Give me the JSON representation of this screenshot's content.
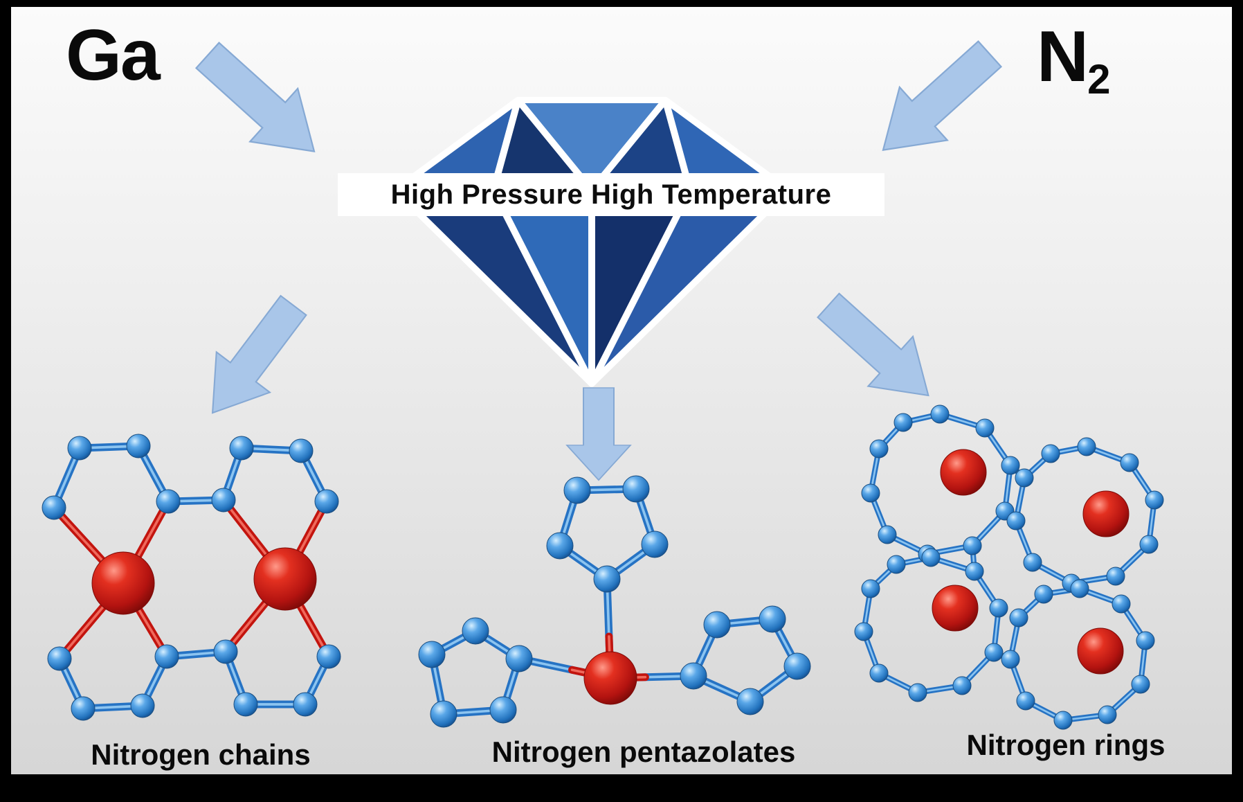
{
  "texts": {
    "reactant_left": "Ga",
    "reactant_right_base": "N",
    "reactant_right_sub": "2",
    "banner": "High Pressure High Temperature",
    "label_chains": "Nitrogen chains",
    "label_pentazolates": "Nitrogen pentazolates",
    "label_rings": "Nitrogen rings"
  },
  "colors": {
    "bond_blue": "#2673c4",
    "bond_blue_hi": "#8cc4f0",
    "bond_red": "#c3140e",
    "bond_red_hi": "#ef6a5d",
    "atom_blue_rim": "#1b4e80",
    "atom_red_rim": "#7c0b08",
    "arrow_fill": "#a9c6e9",
    "arrow_stroke": "#86a9d4",
    "diamond_blue": "#2b57a8"
  },
  "molecules": {
    "chains": {
      "bond_w": 11,
      "atoms": [
        [
          115,
          647,
          17,
          "N"
        ],
        [
          200,
          644,
          17,
          "N"
        ],
        [
          349,
          647,
          17,
          "N"
        ],
        [
          435,
          651,
          17,
          "N"
        ],
        [
          78,
          733,
          17,
          "N"
        ],
        [
          243,
          724,
          17,
          "N"
        ],
        [
          323,
          722,
          17,
          "N"
        ],
        [
          472,
          724,
          17,
          "N"
        ],
        [
          86,
          951,
          17,
          "N"
        ],
        [
          241,
          948,
          17,
          "N"
        ],
        [
          326,
          941,
          17,
          "N"
        ],
        [
          475,
          948,
          17,
          "N"
        ],
        [
          120,
          1023,
          17,
          "N"
        ],
        [
          206,
          1019,
          17,
          "N"
        ],
        [
          355,
          1017,
          17,
          "N"
        ],
        [
          441,
          1017,
          17,
          "N"
        ],
        [
          178,
          842,
          45,
          "Ga"
        ],
        [
          412,
          836,
          45,
          "Ga"
        ]
      ],
      "bonds": [
        [
          0,
          1,
          "b"
        ],
        [
          4,
          0,
          "b"
        ],
        [
          1,
          5,
          "b"
        ],
        [
          5,
          6,
          "b"
        ],
        [
          6,
          2,
          "b"
        ],
        [
          2,
          3,
          "b"
        ],
        [
          3,
          7,
          "b"
        ],
        [
          8,
          12,
          "b"
        ],
        [
          12,
          13,
          "b"
        ],
        [
          13,
          9,
          "b"
        ],
        [
          9,
          10,
          "b"
        ],
        [
          10,
          14,
          "b"
        ],
        [
          14,
          15,
          "b"
        ],
        [
          15,
          11,
          "b"
        ],
        [
          16,
          4,
          "r"
        ],
        [
          16,
          5,
          "r"
        ],
        [
          16,
          8,
          "r"
        ],
        [
          16,
          9,
          "r"
        ],
        [
          17,
          6,
          "r"
        ],
        [
          17,
          7,
          "r"
        ],
        [
          17,
          10,
          "r"
        ],
        [
          17,
          11,
          "r"
        ]
      ]
    },
    "pentazolates": {
      "bond_w": 11,
      "atoms": [
        [
          834,
          708,
          19,
          "N"
        ],
        [
          919,
          706,
          19,
          "N"
        ],
        [
          946,
          786,
          19,
          "N"
        ],
        [
          877,
          836,
          19,
          "N"
        ],
        [
          809,
          788,
          19,
          "N"
        ],
        [
          687,
          911,
          19,
          "N"
        ],
        [
          750,
          951,
          19,
          "N"
        ],
        [
          727,
          1025,
          19,
          "N"
        ],
        [
          641,
          1031,
          19,
          "N"
        ],
        [
          624,
          945,
          19,
          "N"
        ],
        [
          1002,
          976,
          19,
          "N"
        ],
        [
          1036,
          902,
          19,
          "N"
        ],
        [
          1116,
          894,
          19,
          "N"
        ],
        [
          1152,
          962,
          19,
          "N"
        ],
        [
          1084,
          1013,
          19,
          "N"
        ],
        [
          882,
          979,
          38,
          "Ga"
        ]
      ],
      "bonds": [
        [
          0,
          1,
          "b"
        ],
        [
          1,
          2,
          "b"
        ],
        [
          2,
          3,
          "b"
        ],
        [
          3,
          4,
          "b"
        ],
        [
          4,
          0,
          "b"
        ],
        [
          5,
          6,
          "b"
        ],
        [
          6,
          7,
          "b"
        ],
        [
          7,
          8,
          "b"
        ],
        [
          8,
          9,
          "b"
        ],
        [
          9,
          5,
          "b"
        ],
        [
          10,
          11,
          "b"
        ],
        [
          11,
          12,
          "b"
        ],
        [
          12,
          13,
          "b"
        ],
        [
          13,
          14,
          "b"
        ],
        [
          14,
          10,
          "b"
        ],
        [
          3,
          15,
          "m"
        ],
        [
          6,
          15,
          "m"
        ],
        [
          10,
          15,
          "m"
        ]
      ]
    },
    "rings": {
      "bond_w": 8,
      "atoms": [
        [
          1358,
          598,
          13,
          "N"
        ],
        [
          1423,
          618,
          13,
          "N"
        ],
        [
          1460,
          672,
          13,
          "N"
        ],
        [
          1452,
          738,
          13,
          "N"
        ],
        [
          1405,
          788,
          13,
          "N"
        ],
        [
          1340,
          800,
          13,
          "N"
        ],
        [
          1282,
          772,
          13,
          "N"
        ],
        [
          1258,
          712,
          13,
          "N"
        ],
        [
          1270,
          648,
          13,
          "N"
        ],
        [
          1305,
          610,
          13,
          "N"
        ],
        [
          1570,
          645,
          13,
          "N"
        ],
        [
          1632,
          668,
          13,
          "N"
        ],
        [
          1668,
          722,
          13,
          "N"
        ],
        [
          1660,
          786,
          13,
          "N"
        ],
        [
          1612,
          832,
          13,
          "N"
        ],
        [
          1548,
          842,
          13,
          "N"
        ],
        [
          1492,
          812,
          13,
          "N"
        ],
        [
          1468,
          752,
          13,
          "N"
        ],
        [
          1480,
          690,
          13,
          "N"
        ],
        [
          1518,
          655,
          13,
          "N"
        ],
        [
          1345,
          805,
          13,
          "N"
        ],
        [
          1408,
          825,
          13,
          "N"
        ],
        [
          1443,
          878,
          13,
          "N"
        ],
        [
          1436,
          942,
          13,
          "N"
        ],
        [
          1390,
          990,
          13,
          "N"
        ],
        [
          1326,
          1000,
          13,
          "N"
        ],
        [
          1270,
          972,
          13,
          "N"
        ],
        [
          1248,
          912,
          13,
          "N"
        ],
        [
          1258,
          850,
          13,
          "N"
        ],
        [
          1295,
          815,
          13,
          "N"
        ],
        [
          1560,
          850,
          13,
          "N"
        ],
        [
          1620,
          872,
          13,
          "N"
        ],
        [
          1655,
          925,
          13,
          "N"
        ],
        [
          1648,
          988,
          13,
          "N"
        ],
        [
          1600,
          1032,
          13,
          "N"
        ],
        [
          1536,
          1040,
          13,
          "N"
        ],
        [
          1482,
          1012,
          13,
          "N"
        ],
        [
          1460,
          952,
          13,
          "N"
        ],
        [
          1472,
          892,
          13,
          "N"
        ],
        [
          1508,
          858,
          13,
          "N"
        ],
        [
          1392,
          682,
          33,
          "Ga"
        ],
        [
          1598,
          742,
          33,
          "Ga"
        ],
        [
          1380,
          878,
          33,
          "Ga"
        ],
        [
          1590,
          940,
          33,
          "Ga"
        ]
      ],
      "bonds": [
        [
          0,
          1,
          "b"
        ],
        [
          1,
          2,
          "b"
        ],
        [
          2,
          3,
          "b"
        ],
        [
          3,
          4,
          "b"
        ],
        [
          4,
          5,
          "b"
        ],
        [
          5,
          6,
          "b"
        ],
        [
          6,
          7,
          "b"
        ],
        [
          7,
          8,
          "b"
        ],
        [
          8,
          9,
          "b"
        ],
        [
          9,
          0,
          "b"
        ],
        [
          10,
          11,
          "b"
        ],
        [
          11,
          12,
          "b"
        ],
        [
          12,
          13,
          "b"
        ],
        [
          13,
          14,
          "b"
        ],
        [
          14,
          15,
          "b"
        ],
        [
          15,
          16,
          "b"
        ],
        [
          16,
          17,
          "b"
        ],
        [
          17,
          18,
          "b"
        ],
        [
          18,
          19,
          "b"
        ],
        [
          19,
          10,
          "b"
        ],
        [
          20,
          21,
          "b"
        ],
        [
          21,
          22,
          "b"
        ],
        [
          22,
          23,
          "b"
        ],
        [
          23,
          24,
          "b"
        ],
        [
          24,
          25,
          "b"
        ],
        [
          25,
          26,
          "b"
        ],
        [
          26,
          27,
          "b"
        ],
        [
          27,
          28,
          "b"
        ],
        [
          28,
          29,
          "b"
        ],
        [
          29,
          20,
          "b"
        ],
        [
          30,
          31,
          "b"
        ],
        [
          31,
          32,
          "b"
        ],
        [
          32,
          33,
          "b"
        ],
        [
          33,
          34,
          "b"
        ],
        [
          34,
          35,
          "b"
        ],
        [
          35,
          36,
          "b"
        ],
        [
          36,
          37,
          "b"
        ],
        [
          37,
          38,
          "b"
        ],
        [
          38,
          39,
          "b"
        ],
        [
          39,
          30,
          "b"
        ],
        [
          2,
          18,
          "b"
        ],
        [
          4,
          21,
          "b"
        ],
        [
          15,
          30,
          "b"
        ],
        [
          23,
          37,
          "b"
        ]
      ]
    }
  }
}
